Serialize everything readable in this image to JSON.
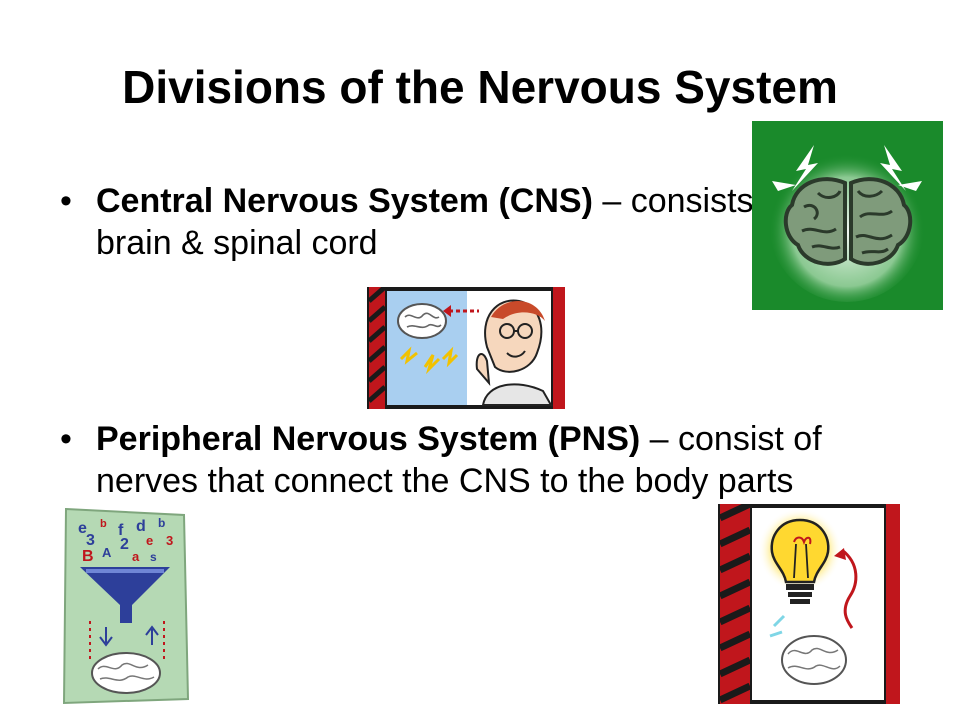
{
  "slide": {
    "title": "Divisions of the Nervous System",
    "bullets": [
      {
        "symbol": "•",
        "term": "Central Nervous System (CNS)",
        "dash": " – ",
        "description": "consists of the brain & spinal cord"
      },
      {
        "symbol": "•",
        "term": "Peripheral Nervous System (PNS)",
        "dash": " – ",
        "description": "consist of nerves that connect the CNS to the body parts"
      }
    ]
  },
  "colors": {
    "green_panel": "#1a8a2b",
    "panel_red": "#c0161c",
    "brain_pink": "#f3c8d8",
    "card_green": "#b5d9b4",
    "funnel_blue": "#2d3f9a",
    "bulb_yellow": "#ffd830"
  },
  "icons": [
    "brain-icon",
    "lightning-icon",
    "thinking-person-icon",
    "funnel-icon",
    "lightbulb-icon"
  ]
}
